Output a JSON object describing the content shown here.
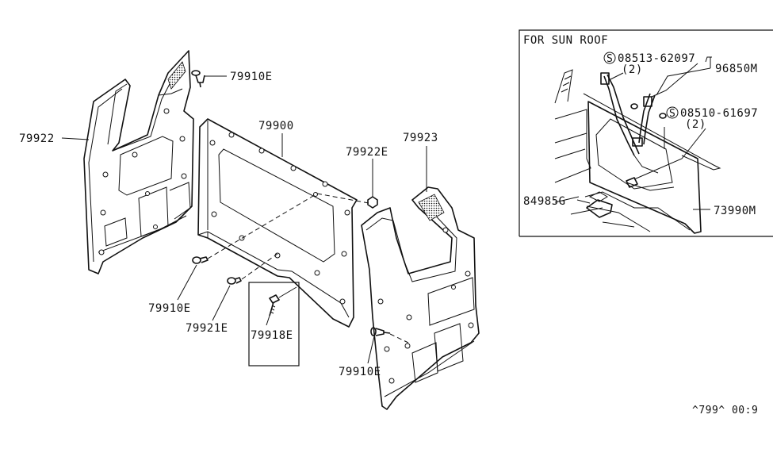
{
  "inset_title": "FOR SUN ROOF",
  "labels": {
    "p79922": "79922",
    "p79910e_top": "79910E",
    "p79900": "79900",
    "p79922e": "79922E",
    "p79923": "79923",
    "p79910e_left": "79910E",
    "p79921e": "79921E",
    "p79918e": "79918E",
    "p79910e_bottom": "79910E",
    "p08513": "08513-62097",
    "p08513_qty": "(2)",
    "p96850m": "96850M",
    "p08510": "08510-61697",
    "p08510_qty": "(2)",
    "p84985g": "84985G",
    "p73990m": "73990M",
    "screw_symbol": "S"
  },
  "footer_code": "^799^ 00:9"
}
